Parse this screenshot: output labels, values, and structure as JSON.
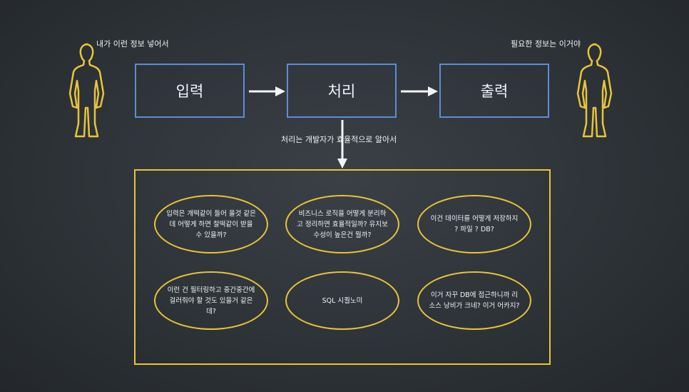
{
  "captions": {
    "left_person": "내가 이런 정보 넣어서",
    "right_person": "필요한 정보는 이거야",
    "process_note": "처리는 개발자가 효율적으로 알아서"
  },
  "boxes": {
    "input": "입력",
    "process": "처리",
    "output": "출력"
  },
  "ellipses": [
    {
      "text": "입력은 개떡같이 들어 올것 같은데 어떻게 하면 찰떡같이 받을 수 있을까?"
    },
    {
      "text": "비즈니스 로직을 어떻게 분리하고 정리하면 효율적일까? 유지보수성이 높은건 뭘까?"
    },
    {
      "text": "이건 데이터를 어떻게 저장하지 ? 파일 ? DB?"
    },
    {
      "text": "이런 건 필터링하고 중간중간에 걸러줘야 할 것도 있을거 같은데?"
    },
    {
      "text": "SQL 시퀄노미"
    },
    {
      "text": "이거 자꾸 DB에 접근하니까 리소스 낭비가 크네? 이거 어카지?"
    }
  ],
  "colors": {
    "board": "#2e3338",
    "box_border": "#5b8ed6",
    "chalk_yellow": "#e8c43a",
    "chalk_white": "#f4f4f4"
  }
}
